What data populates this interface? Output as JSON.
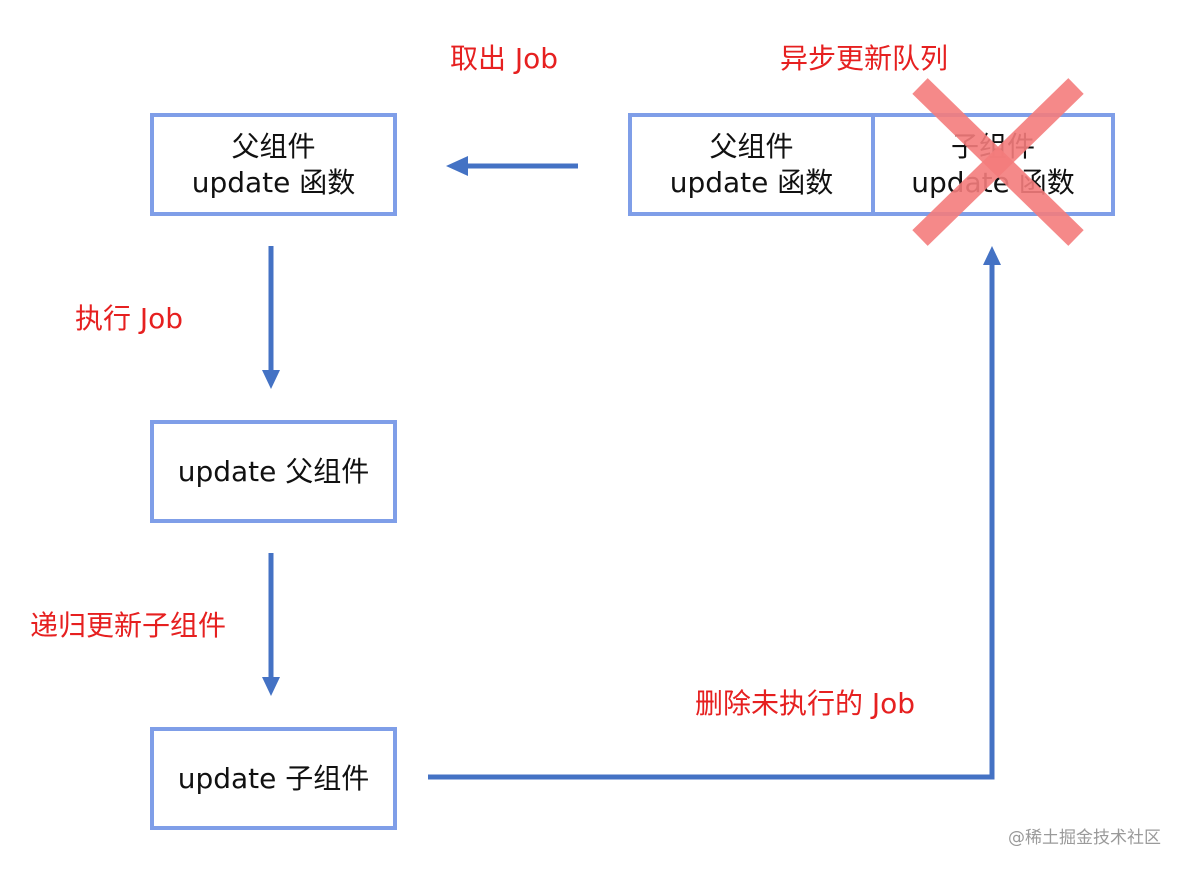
{
  "labels": {
    "take_job": "取出 Job",
    "async_queue": "异步更新队列",
    "run_job": "执行 Job",
    "recursive_update": "递归更新子组件",
    "delete_job": "删除未执行的 Job"
  },
  "boxes": {
    "parent_fn": {
      "line1": "父组件",
      "line2": "update 函数"
    },
    "queue_parent": {
      "line1": "父组件",
      "line2": "update 函数"
    },
    "queue_child": {
      "line1": "子组件",
      "line2": "update 函数"
    },
    "update_parent": {
      "text": "update 父组件"
    },
    "update_child": {
      "text": "update 子组件"
    }
  },
  "watermark": "@稀土掘金技术社区",
  "colors": {
    "box_border": "#7f9ee8",
    "arrow": "#4472c4",
    "label": "#e62020",
    "cross": "#f47c7c"
  }
}
